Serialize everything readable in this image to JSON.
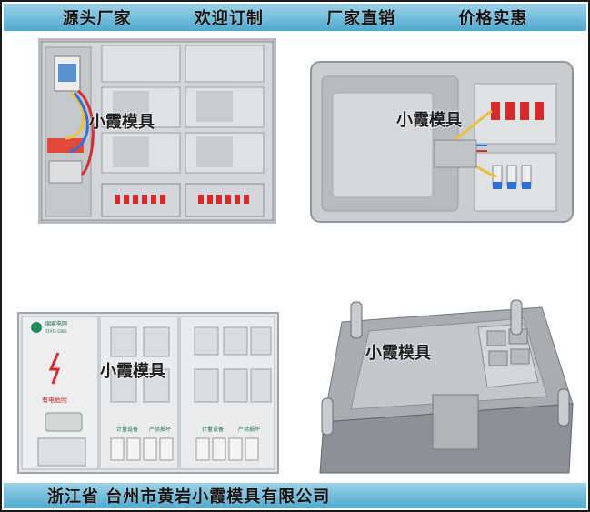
{
  "header": {
    "slogans": [
      "源头厂家",
      "欢迎订制",
      "厂家直销",
      "价格实惠"
    ]
  },
  "watermark": "小霞模具",
  "box_panel": {
    "brand": "国家电网",
    "brand_sub": "STATE GRID",
    "warning": "有电危险",
    "meter_label": "计量设备",
    "seal_label": "严禁损坏"
  },
  "footer": {
    "address": "浙江省 台州市黄岩小霞模具有限公司"
  },
  "colors": {
    "bar_top": "#9bd3ea",
    "bar_bottom": "#4fa9cf",
    "breaker_red": "#d62b2b",
    "box_gray": "#c9ccd0"
  }
}
